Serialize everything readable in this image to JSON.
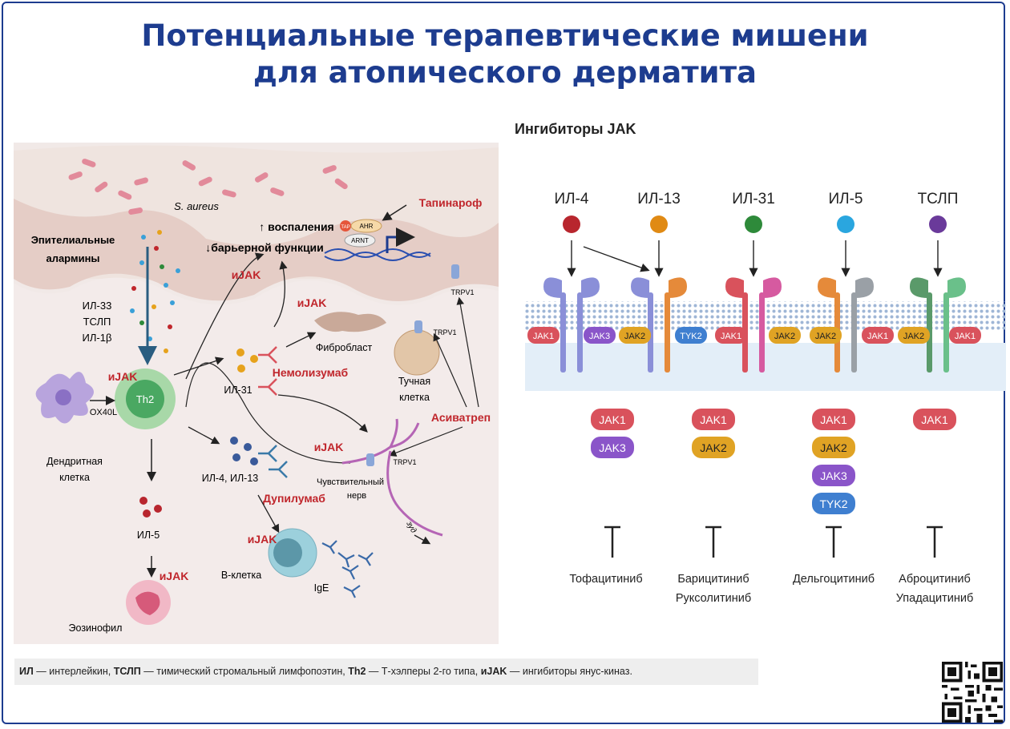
{
  "title": {
    "line1": "Потенциальные терапевтические мишени",
    "line2": "для атопического дерматита"
  },
  "left": {
    "s_aureus": "S. aureus",
    "epithelial_l1": "Эпителиальные",
    "epithelial_l2": "алармины",
    "up_inflammation": "↑ воспаления",
    "down_barrier": "↓барьерной функции",
    "tapinarof": "Тапинароф",
    "tap": "TAP",
    "ahr": "AHR",
    "arnt": "ARNT",
    "trpv1": "TRPV1",
    "alarmins": [
      "ИЛ-33",
      "ТСЛП",
      "ИЛ-1β"
    ],
    "ijak": "иJAK",
    "th2": "Th2",
    "ox40l": "OX40L",
    "dendritic_l1": "Дендритная",
    "dendritic_l2": "клетка",
    "il31": "ИЛ-31",
    "nemolizumab": "Немолизумаб",
    "fibroblast": "Фибробласт",
    "mast_l1": "Тучная",
    "mast_l2": "клетка",
    "asivatrep": "Асиватреп",
    "il4_il13": "ИЛ-4, ИЛ-13",
    "dupilumab": "Дупилумаб",
    "nerve_l1": "Чувствительный",
    "nerve_l2": "нерв",
    "nerve_itch": "зуд",
    "il5": "ИЛ-5",
    "bcell": "В-клетка",
    "ige": "IgE",
    "eosinophil": "Эозинофил"
  },
  "right": {
    "heading": "Ингибиторы JAK",
    "cytokines": [
      {
        "name": "ИЛ-4",
        "color": "#b8262e"
      },
      {
        "name": "ИЛ-13",
        "color": "#e08a14"
      },
      {
        "name": "ИЛ-31",
        "color": "#2e8a3a"
      },
      {
        "name": "ИЛ-5",
        "color": "#2aa6df"
      },
      {
        "name": "ТСЛП",
        "color": "#6a3a9a"
      }
    ],
    "membrane_jaks": [
      "JAK1",
      "JAK3",
      "JAK2",
      "TYK2",
      "JAK1",
      "JAK2",
      "JAK2",
      "JAK1",
      "JAK2",
      "JAK1"
    ],
    "groups": [
      {
        "kinases": [
          "JAK1",
          "JAK3"
        ],
        "drugs": [
          "Тофацитиниб"
        ]
      },
      {
        "kinases": [
          "JAK1",
          "JAK2"
        ],
        "drugs": [
          "Барицитиниб",
          "Руксолитиниб"
        ]
      },
      {
        "kinases": [
          "JAK1",
          "JAK2",
          "JAK3",
          "TYK2"
        ],
        "drugs": [
          "Дельгоцитиниб"
        ]
      },
      {
        "kinases": [
          "JAK1"
        ],
        "drugs": [
          "Аброцитиниб",
          "Упадацитиниб"
        ]
      }
    ],
    "kinase_colors": {
      "JAK1": "#d9525c",
      "JAK2": "#e0a324",
      "JAK3": "#8a55c9",
      "TYK2": "#3f7fd0"
    }
  },
  "footer": {
    "t1": "ИЛ",
    "d1": " — интерлейкин, ",
    "t2": "ТСЛП",
    "d2": " — тимический стромальный лимфопоэтин, ",
    "t3": "Th2",
    "d3": " — Т-хэлперы 2-го типа, ",
    "t4": "иJAK",
    "d4": " — ингибиторы янус-киназ."
  }
}
